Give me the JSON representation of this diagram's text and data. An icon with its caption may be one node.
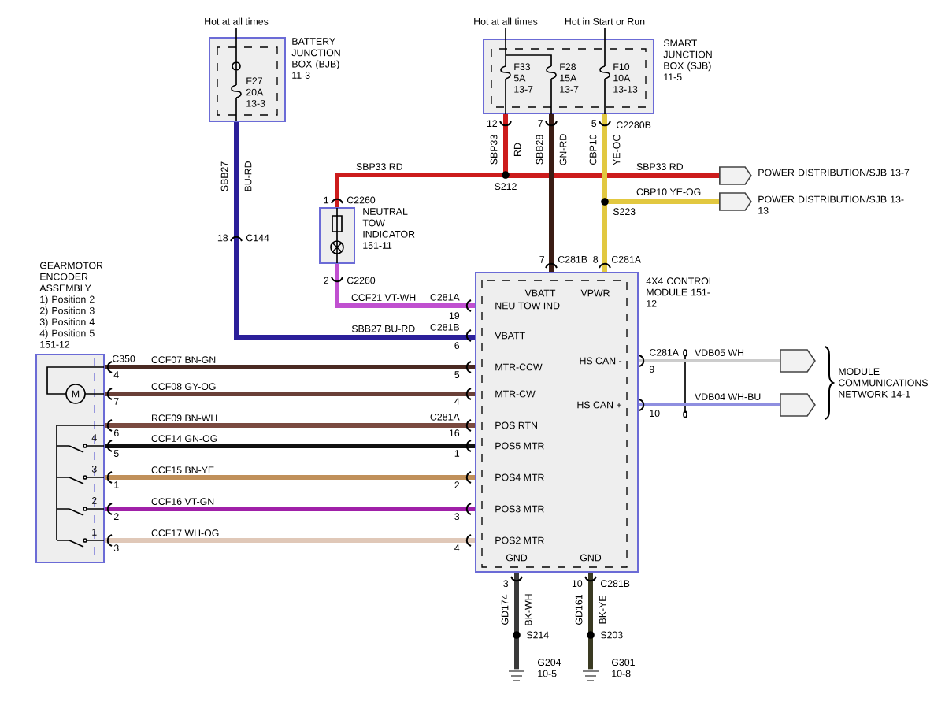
{
  "diagram": {
    "nodes": [
      {
        "text": [
          "BATTERY JUNCTION BOX (BJB) 11-3",
          "F27 20A 13-3"
        ],
        "beside": [
          "Hot at all times"
        ]
      },
      {
        "text": [
          "SMART JUNCTION BOX (SJB) 11-5",
          "F33 5A 13-7",
          "F28 15A 13-7",
          "F10 10A 13-13"
        ],
        "beside": [
          "Hot at all times",
          "Hot in Start or Run",
          "C2280B"
        ]
      },
      {
        "text": [
          "NEUTRAL TOW INDICATOR 151-11"
        ]
      },
      {
        "text": [
          "GEARMOTOR ENCODER ASSEMBLY",
          "1) Position 2",
          "2) Position 3",
          "3) Position 4",
          "4) Position 5",
          "151-12"
        ]
      },
      {
        "text": [
          "VBATT",
          "VPWR",
          "4X4 CONTROL MODULE 151-12",
          "NEU TOW IND",
          "VBATT",
          "MTR-CCW",
          "MTR-CW",
          "POS RTN",
          "POS5 MTR",
          "POS4 MTR",
          "POS3 MTR",
          "POS2 MTR",
          "HS CAN -",
          "HS CAN +",
          "GND",
          "GND"
        ]
      },
      {
        "text": [
          "POWER DISTRIBUTION/SJB 13-7"
        ]
      },
      {
        "text": [
          "POWER DISTRIBUTION/SJB 13-13"
        ]
      },
      {
        "text": [],
        "shape": "pentagon"
      },
      {
        "text": [],
        "shape": "pentagon"
      },
      {
        "text": [
          "G204 10-5"
        ]
      },
      {
        "text": [
          "G301 10-8"
        ]
      }
    ],
    "edges": [
      {
        "from": 0,
        "to": 4,
        "arrow": "none",
        "label": "SBB27 BU-RD",
        "color": "#2b1f9a"
      },
      {
        "from": 1,
        "to": 2,
        "arrow": "none",
        "label": "SBP33 RD",
        "color": "#cc1c1c"
      },
      {
        "from": 1,
        "to": 5,
        "arrow": "none",
        "label": "SBP33 RD",
        "color": "#cc1c1c"
      },
      {
        "from": 1,
        "to": 4,
        "arrow": "none",
        "label": "SBB28 GN-RD",
        "color": "#3a1c14"
      },
      {
        "from": 1,
        "to": 4,
        "arrow": "none",
        "label": "CBP10 YE-OG",
        "color": "#e2c840"
      },
      {
        "from": 1,
        "to": 6,
        "arrow": "none",
        "label": "CBP10 YE-OG",
        "color": "#e2c840"
      },
      {
        "from": 2,
        "to": 4,
        "arrow": "none",
        "label": "CCF21 VT-WH",
        "color": "#c050d0"
      },
      {
        "from": 3,
        "to": 4,
        "arrow": "none",
        "label": "CCF07 BN-GN",
        "color": "#4a2a22"
      },
      {
        "from": 3,
        "to": 4,
        "arrow": "none",
        "label": "CCF08 GY-OG",
        "color": "#6a4038"
      },
      {
        "from": 3,
        "to": 4,
        "arrow": "none",
        "label": "RCF09 BN-WH",
        "color": "#7a4a40"
      },
      {
        "from": 3,
        "to": 4,
        "arrow": "none",
        "label": "CCF14 GN-OG",
        "color": "#111111"
      },
      {
        "from": 3,
        "to": 4,
        "arrow": "none",
        "label": "CCF15 BN-YE",
        "color": "#c0905a"
      },
      {
        "from": 3,
        "to": 4,
        "arrow": "none",
        "label": "CCF16 VT-GN",
        "color": "#a020a8"
      },
      {
        "from": 3,
        "to": 4,
        "arrow": "none",
        "label": "CCF17 WH-OG",
        "color": "#e0c8b8"
      },
      {
        "from": 4,
        "to": 7,
        "arrow": "none",
        "label": "VDB05 WH",
        "color": "#cccccc"
      },
      {
        "from": 4,
        "to": 8,
        "arrow": "none",
        "label": "VDB04 WH-BU",
        "color": "#8f8fe0"
      },
      {
        "from": 4,
        "to": 9,
        "arrow": "none",
        "label": "GD174 BK-WH",
        "color": "#3a3a3a"
      },
      {
        "from": 4,
        "to": 10,
        "arrow": "none",
        "label": "GD161 BK-YE",
        "color": "#3a3a22"
      }
    ],
    "labels": [
      "12",
      "7",
      "5",
      "SBP33 RD",
      "S212",
      "S223",
      "1",
      "C2260",
      "2",
      "C2260",
      "18",
      "C144",
      "C281A",
      "19",
      "SBB27 BU-RD",
      "C281B",
      "6",
      "7",
      "C281B",
      "8",
      "C281A",
      "C350",
      "4",
      "7",
      "6",
      "5",
      "1",
      "2",
      "3",
      "5",
      "4",
      "C281A",
      "16",
      "1",
      "2",
      "3",
      "4",
      "M",
      "4",
      "3",
      "2",
      "1",
      "C281A",
      "9",
      "10",
      "MODULE COMMUNICATIONS NETWORK 14-1",
      "3",
      "10",
      "C281B",
      "S214",
      "S203"
    ]
  }
}
